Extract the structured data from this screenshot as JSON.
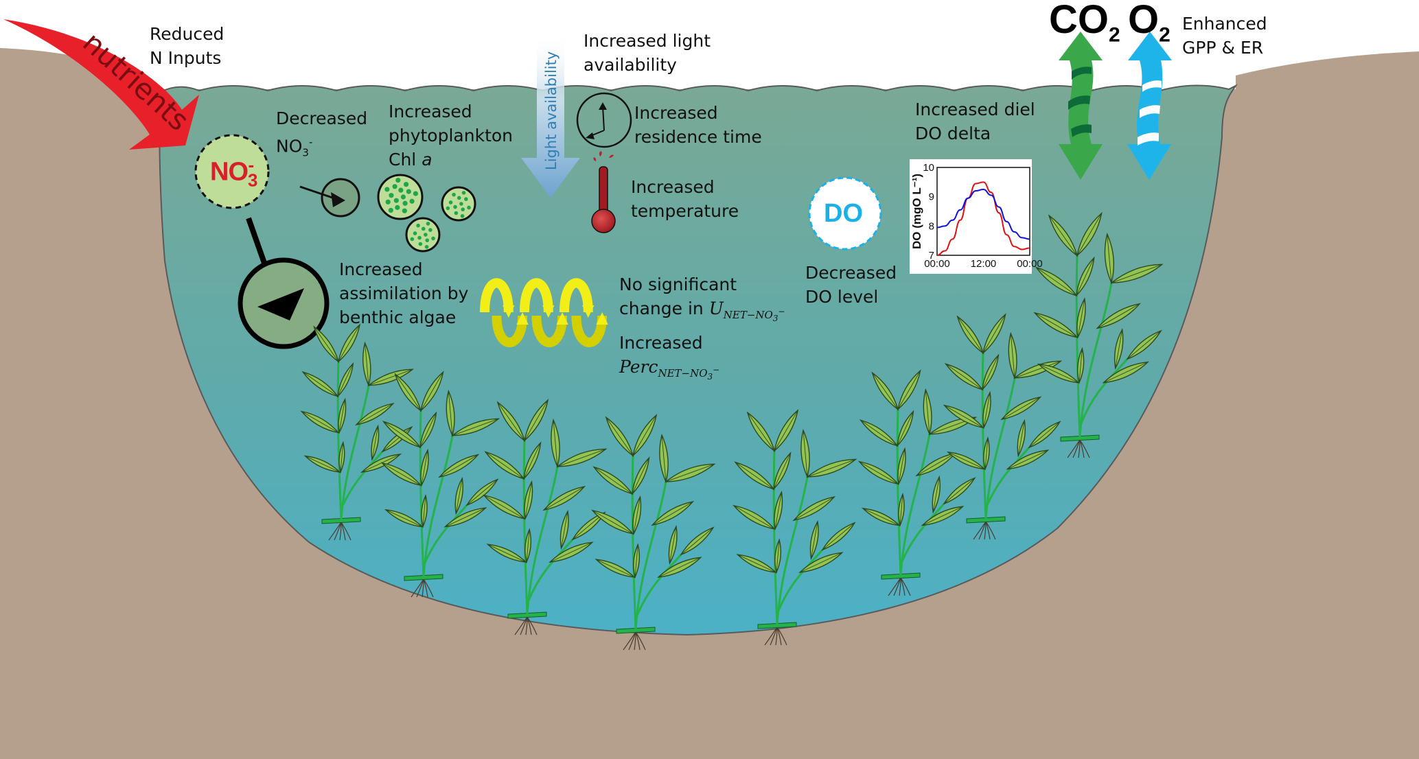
{
  "colors": {
    "sediment": "#b5a08d",
    "water_top": "#77a996",
    "water_bottom": "#4eb0c3",
    "nutrient_arrow": "#e8202a",
    "co2_arrow": "#3aa84a",
    "o2_arrow": "#1eb4ea",
    "helix": "#f2ee18",
    "plant_leaf": "#93c452",
    "plant_stem": "#24b24a",
    "do_obs": "#e01010",
    "do_ref": "#1010e0"
  },
  "inputs": {
    "nutrients_label": "nutrients",
    "reduced_n_inputs": [
      "Reduced",
      "N Inputs"
    ]
  },
  "nitrate": {
    "badge_main": "NO",
    "badge_sub": "3",
    "badge_sup": "-",
    "decreased_line1": "Decreased",
    "decreased_line2_main": "NO",
    "decreased_line2_sub": "3",
    "decreased_line2_sup": "-",
    "assimilation": [
      "Increased",
      "assimilation by",
      "benthic algae"
    ]
  },
  "phytoplankton": {
    "label": [
      "Increased",
      "phytoplankton"
    ],
    "chl_prefix": "Chl ",
    "chl_italic": "a"
  },
  "light": {
    "arrow_label": "Light availability",
    "label": [
      "Increased light",
      "availability"
    ]
  },
  "residence": {
    "label": [
      "Increased",
      "residence time"
    ]
  },
  "temperature": {
    "label": [
      "Increased",
      "temperature"
    ]
  },
  "nitrate_uptake": {
    "line1": "No significant",
    "line2_prefix": "change in ",
    "u_symbol": "U",
    "u_sub": "NET−NO",
    "u_sub3": "3",
    "u_sup": "−",
    "line3": "Increased",
    "perc_symbol": "Perc",
    "perc_sub": "NET−NO",
    "perc_sub3": "3",
    "perc_sup": "−"
  },
  "dissolved_oxygen": {
    "badge": "DO",
    "decreased": [
      "Decreased",
      "DO level"
    ],
    "diel": [
      "Increased diel",
      "DO delta"
    ]
  },
  "gas_exchange": {
    "co2_main": "CO",
    "co2_sub": "2",
    "o2_main": "O",
    "o2_sub": "2",
    "label": [
      "Enhanced",
      "GPP & ER"
    ]
  },
  "chart_data": {
    "type": "line",
    "title": "",
    "xlabel": "",
    "ylabel": "DO (mgO L⁻¹)",
    "x_ticks": [
      "00:00",
      "12:00",
      "00:00"
    ],
    "y_ticks": [
      7,
      8,
      9,
      10
    ],
    "xlim": [
      0,
      24
    ],
    "ylim": [
      7,
      10
    ],
    "grid": false,
    "x": [
      0,
      2,
      4,
      6,
      8,
      10,
      12,
      14,
      16,
      18,
      20,
      22,
      24
    ],
    "series": [
      {
        "name": "red curve",
        "color": "#e01010",
        "values": [
          7.0,
          7.15,
          7.55,
          8.2,
          8.95,
          9.45,
          9.5,
          9.15,
          8.45,
          7.7,
          7.3,
          7.2,
          7.25
        ]
      },
      {
        "name": "blue curve",
        "color": "#1010e0",
        "values": [
          7.95,
          8.0,
          8.2,
          8.55,
          8.95,
          9.2,
          9.25,
          9.05,
          8.65,
          8.15,
          7.8,
          7.6,
          7.55
        ]
      }
    ]
  }
}
